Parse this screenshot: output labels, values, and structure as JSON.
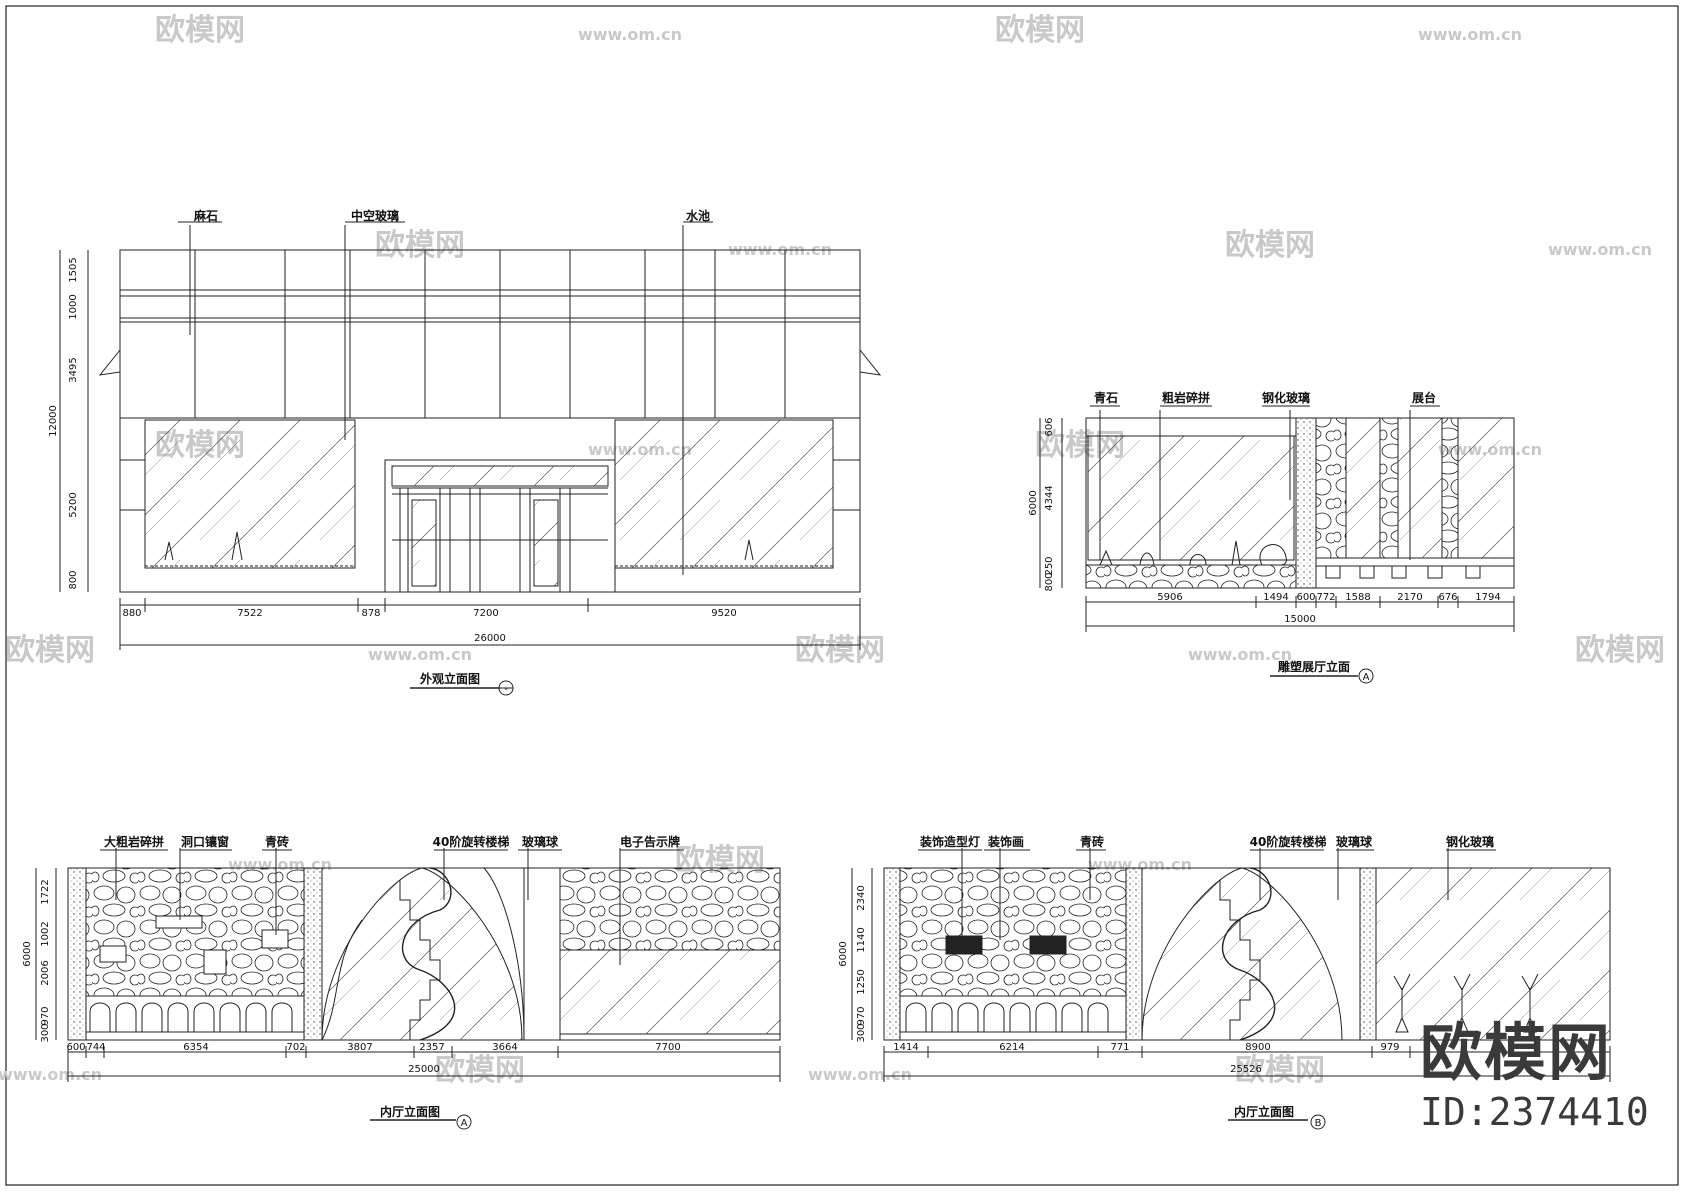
{
  "watermark": {
    "brand": "欧模网",
    "site": "www.om.cn",
    "corner_brand": "欧模网",
    "corner_id": "ID:2374410"
  },
  "exterior": {
    "labels": [
      "麻石",
      "中空玻璃",
      "水池"
    ],
    "vdims": [
      "1505",
      "1000",
      "3495",
      "5200",
      "800"
    ],
    "vtotal": "12000",
    "hdims": [
      "880",
      "7522",
      "878",
      "7200",
      "9520"
    ],
    "htotal": "26000",
    "title": "外观立面图",
    "marker": "-"
  },
  "hall": {
    "labels": [
      "青石",
      "粗岩碎拼",
      "钢化玻璃",
      "展台"
    ],
    "vdims": [
      "606",
      "4344",
      "250",
      "800"
    ],
    "vtotal": "6000",
    "hdims": [
      "5906",
      "1494",
      "600",
      "772",
      "1588",
      "2170",
      "676",
      "1794"
    ],
    "htotal": "15000",
    "title": "雕塑展厅立面",
    "marker": "A"
  },
  "innerA": {
    "labels": [
      "大粗岩碎拼",
      "洞口镶窗",
      "青砖",
      "40阶旋转楼梯",
      "玻璃球",
      "电子告示牌"
    ],
    "vdims": [
      "1722",
      "1002",
      "2006",
      "970",
      "300"
    ],
    "vtotal": "6000",
    "hdims": [
      "600",
      "744",
      "6354",
      "702",
      "3807",
      "2357",
      "3664",
      "7700"
    ],
    "htotal": "25000",
    "title": "内厅立面图",
    "marker": "A"
  },
  "innerB": {
    "labels": [
      "装饰造型灯",
      "装饰画",
      "青砖",
      "40阶旋转楼梯",
      "玻璃球",
      "钢化玻璃"
    ],
    "vdims": [
      "2340",
      "1140",
      "1250",
      "970",
      "300"
    ],
    "vtotal": "6000",
    "hdims": [
      "1414",
      "6214",
      "771",
      "8900",
      "979"
    ],
    "htotal": "25526",
    "title": "内厅立面图",
    "marker": "B"
  }
}
